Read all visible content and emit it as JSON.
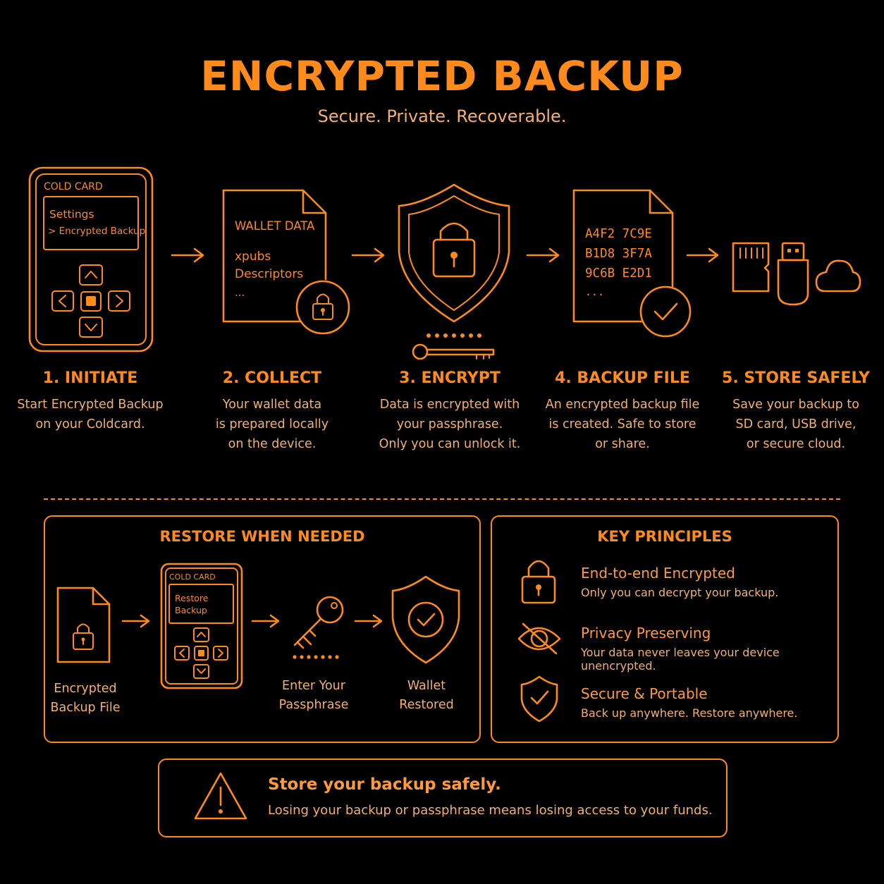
{
  "header": {
    "title": "ENCRYPTED BACKUP",
    "subtitle": "Secure. Private. Recoverable."
  },
  "device": {
    "brand": "COLD CARD",
    "menu_line1": "Settings",
    "menu_line2": "> Encrypted Backup"
  },
  "wallet_file": {
    "heading": "WALLET DATA",
    "line1": "xpubs",
    "line2": "Descriptors",
    "line3": "..."
  },
  "backup_file": {
    "row1": "A4F2  7C9E",
    "row2": "B1D8  3F7A",
    "row3": "9C6B  E2D1",
    "row4": "..."
  },
  "steps": [
    {
      "title": "1. INITIATE",
      "lines": [
        "Start Encrypted Backup",
        "on your Coldcard."
      ]
    },
    {
      "title": "2. COLLECT",
      "lines": [
        "Your wallet data",
        "is prepared locally",
        "on the device."
      ]
    },
    {
      "title": "3. ENCRYPT",
      "lines": [
        "Data is encrypted with",
        "your passphrase.",
        "Only you can unlock it."
      ]
    },
    {
      "title": "4. BACKUP FILE",
      "lines": [
        "An encrypted backup file",
        "is created. Safe to store",
        "or share."
      ]
    },
    {
      "title": "5. STORE SAFELY",
      "lines": [
        "Save your backup to",
        "SD card, USB drive,",
        "or secure cloud."
      ]
    }
  ],
  "restore": {
    "title": "RESTORE WHEN NEEDED",
    "device_brand": "COLD CARD",
    "device_line1": "Restore",
    "device_line2": "Backup",
    "items": [
      {
        "lines": [
          "Encrypted",
          "Backup File"
        ]
      },
      {
        "lines": [
          "Enter Your",
          "Passphrase"
        ]
      },
      {
        "lines": [
          "Wallet",
          "Restored"
        ]
      }
    ]
  },
  "principles": {
    "title": "KEY PRINCIPLES",
    "items": [
      {
        "icon": "lock-icon",
        "title": "End-to-end Encrypted",
        "desc": "Only you can decrypt your backup."
      },
      {
        "icon": "eye-off-icon",
        "title": "Privacy Preserving",
        "desc": "Your data never leaves your device unencrypted."
      },
      {
        "icon": "shield-check-icon",
        "title": "Secure & Portable",
        "desc": "Back up anywhere. Restore anywhere."
      }
    ]
  },
  "warning": {
    "title": "Store your backup safely.",
    "desc": "Losing your backup or passphrase means losing access to your funds."
  },
  "colors": {
    "accent": "#ff8a1c",
    "text_light": "#f4b06a",
    "background": "#000000"
  }
}
